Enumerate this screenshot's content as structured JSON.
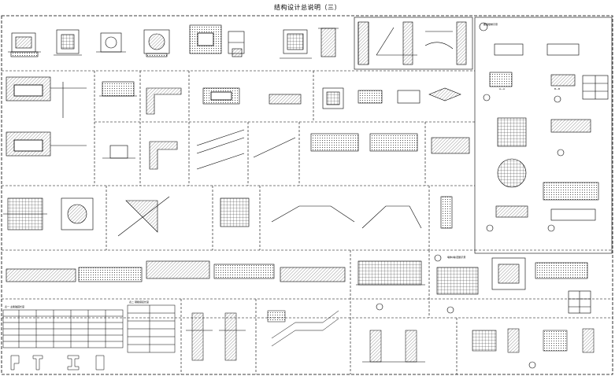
{
  "sheet": {
    "title": "结构设计总说明（三）"
  },
  "notes": {
    "stair_spiral": "螺旋楼梯示意",
    "scale_aa": "A—A",
    "scale_bb": "B—B",
    "table_title_1": "表一 主筋锚固长度",
    "table_title_2": "表二 钢筋搭接长度",
    "panel_ok": "墙体(墙)配筋示意"
  },
  "colors": {
    "ink": "#000000",
    "paper": "#ffffff",
    "hatch": "#555555"
  },
  "icons": [
    "detail-marker-icon"
  ]
}
